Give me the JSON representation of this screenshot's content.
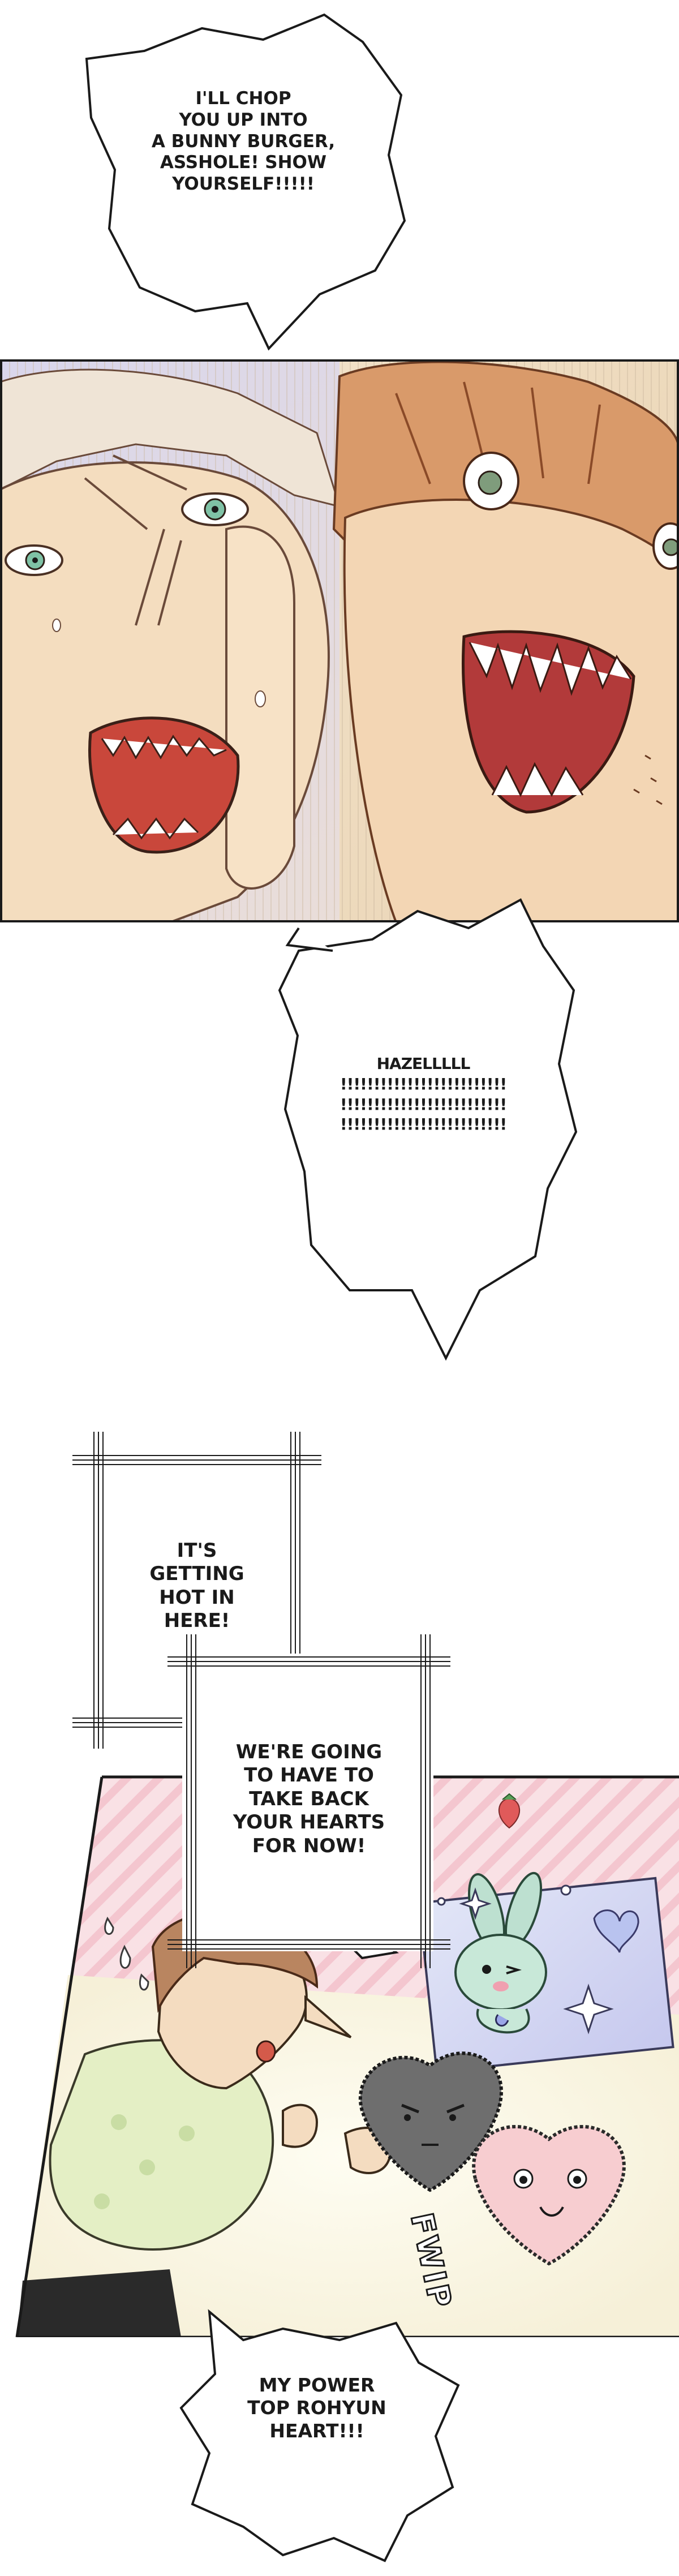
{
  "bubbles": {
    "threat": "I'LL CHOP\nYOU UP INTO\nA BUNNY BURGER,\nASSHOLE! SHOW\nYOURSELF!!!!!",
    "hazel": "HAZELLLLL\n!!!!!!!!!!!!!!!!!!!!!!!!!\n!!!!!!!!!!!!!!!!!!!!!!!!!\n!!!!!!!!!!!!!!!!!!!!!!!!!",
    "hot": "IT'S\nGETTING\nHOT IN\nHERE!",
    "take_back": "WE'RE GOING\nTO HAVE TO\nTAKE BACK\nYOUR HEARTS\nFOR NOW!",
    "power_top": "MY POWER\nTOP ROHYUN\nHEART!!!"
  },
  "sfx": {
    "fwip": "FWIP"
  },
  "colors": {
    "panel_bg_warm": "#f3e3cc",
    "panel_bg_cool": "#d9d8ec",
    "pink_bg": "#f7d6dc",
    "ink": "#1a1a1a"
  }
}
